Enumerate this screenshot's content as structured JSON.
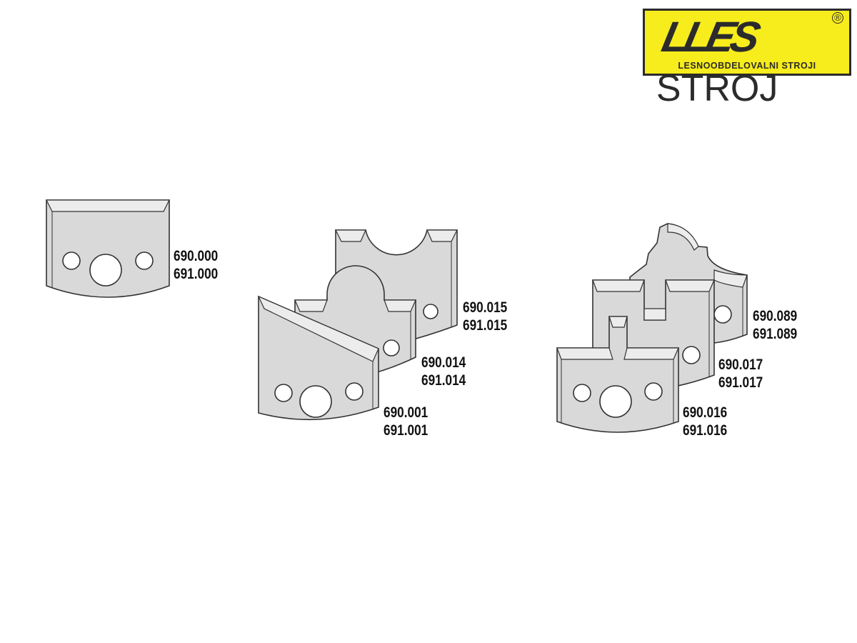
{
  "logo": {
    "brand": "LLESSTROJ",
    "tagline": "LESNOOBDELOVALNI STROJI",
    "registered": "®"
  },
  "knives": [
    {
      "codes": [
        "690.000",
        "691.000"
      ]
    },
    {
      "codes": [
        "690.015",
        "691.015"
      ]
    },
    {
      "codes": [
        "690.014",
        "691.014"
      ]
    },
    {
      "codes": [
        "690.001",
        "691.001"
      ]
    },
    {
      "codes": [
        "690.089",
        "691.089"
      ]
    },
    {
      "codes": [
        "690.017",
        "691.017"
      ]
    },
    {
      "codes": [
        "690.016",
        "691.016"
      ]
    }
  ],
  "colors": {
    "logo_bg": "#f7ec1c",
    "knife_fill": "#d9d9d9",
    "outline": "#333333"
  }
}
